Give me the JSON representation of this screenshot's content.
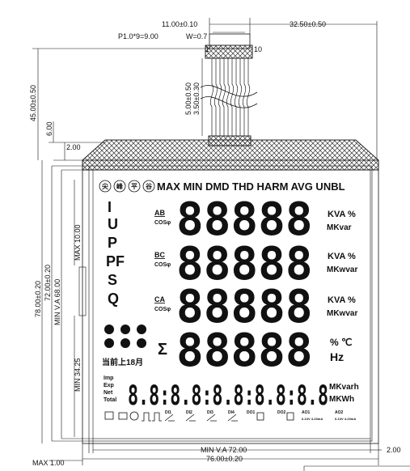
{
  "dimensions": {
    "fpc_width": "11.00±0.10",
    "right_offset": "32.50±0.50",
    "pitch": "P1.0*9=9.00",
    "pin_width": "W=0.7",
    "pin_1": "1",
    "pin_10": "10",
    "tail_length": "45.00±0.50",
    "stiffener_a": "5.00±0.50",
    "stiffener_b": "3.50±0.30",
    "top_gap": "6.00",
    "frame_top": "2.00",
    "total_height": "78.00±0.20",
    "glass_height": "72.00±0.20",
    "view_height": "MIN V.A 68.00",
    "max_10": "MAX 10.00",
    "min_3425": "MIN 34.25",
    "bottom_right": "2.00",
    "view_width": "MIN V.A 72.00",
    "total_width": "76.00±0.20",
    "max_1": "MAX 1.00"
  },
  "display": {
    "top_row": "MAX MIN DMD THD HARM AVG UNBL",
    "circle_icons": [
      "尖",
      "峰",
      "平",
      "谷"
    ],
    "left_labels": [
      "I",
      "U",
      "P",
      "PF",
      "S",
      "Q"
    ],
    "phase_labels": [
      "AB",
      "BC",
      "CA"
    ],
    "cos_label": "COSφ",
    "digits": "88888",
    "unit_kva": "KVA %",
    "unit_mk": "MKwvar",
    "unit_mk_first": "MKvar",
    "sigma": "Σ",
    "unit_pc": "% ℃",
    "unit_hz": "Hz",
    "month_label": "当前上18月",
    "energy_labels": [
      "Imp",
      "Exp",
      "Net",
      "Total"
    ],
    "energy_digits": "8.8:8.8:8.8:8.8:8.8",
    "unit_mkvarh": "MKvarh",
    "unit_mkwh": "MKWh",
    "bottom_icons": [
      "DI1",
      "DI2",
      "DI3",
      "DI4",
      "DO1",
      "DO2",
      "AO1",
      "AO2"
    ],
    "ao_sub": "0-10V 4-20mA"
  }
}
